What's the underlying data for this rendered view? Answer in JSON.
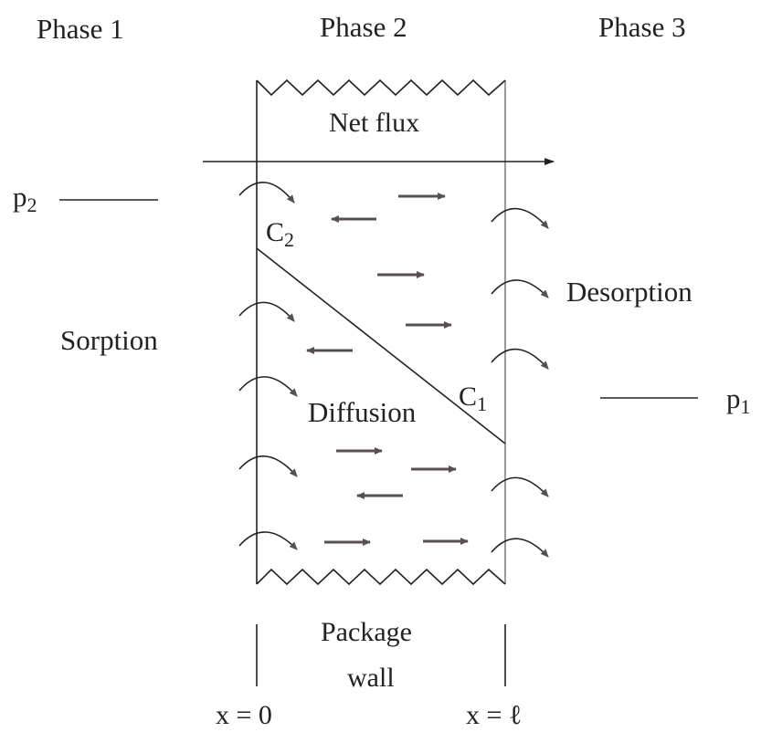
{
  "phases": {
    "phase1": "Phase 1",
    "phase2": "Phase 2",
    "phase3": "Phase 3"
  },
  "labels": {
    "net_flux": "Net flux",
    "sorption": "Sorption",
    "desorption": "Desorption",
    "diffusion": "Diffusion",
    "package_wall_line1": "Package",
    "package_wall_line2": "wall"
  },
  "pressure": {
    "p2_base": "p",
    "p2_sub": "2",
    "p1_base": "p",
    "p1_sub": "1"
  },
  "concentration": {
    "c2_base": "C",
    "c2_sub": "2",
    "c1_base": "C",
    "c1_sub": "1"
  },
  "positions": {
    "x0": "x = 0",
    "xl": "x = ℓ"
  },
  "colors": {
    "line": "#222222",
    "arrow_fill": "#5a4f4f",
    "wall_right": "#9a9a9a"
  }
}
